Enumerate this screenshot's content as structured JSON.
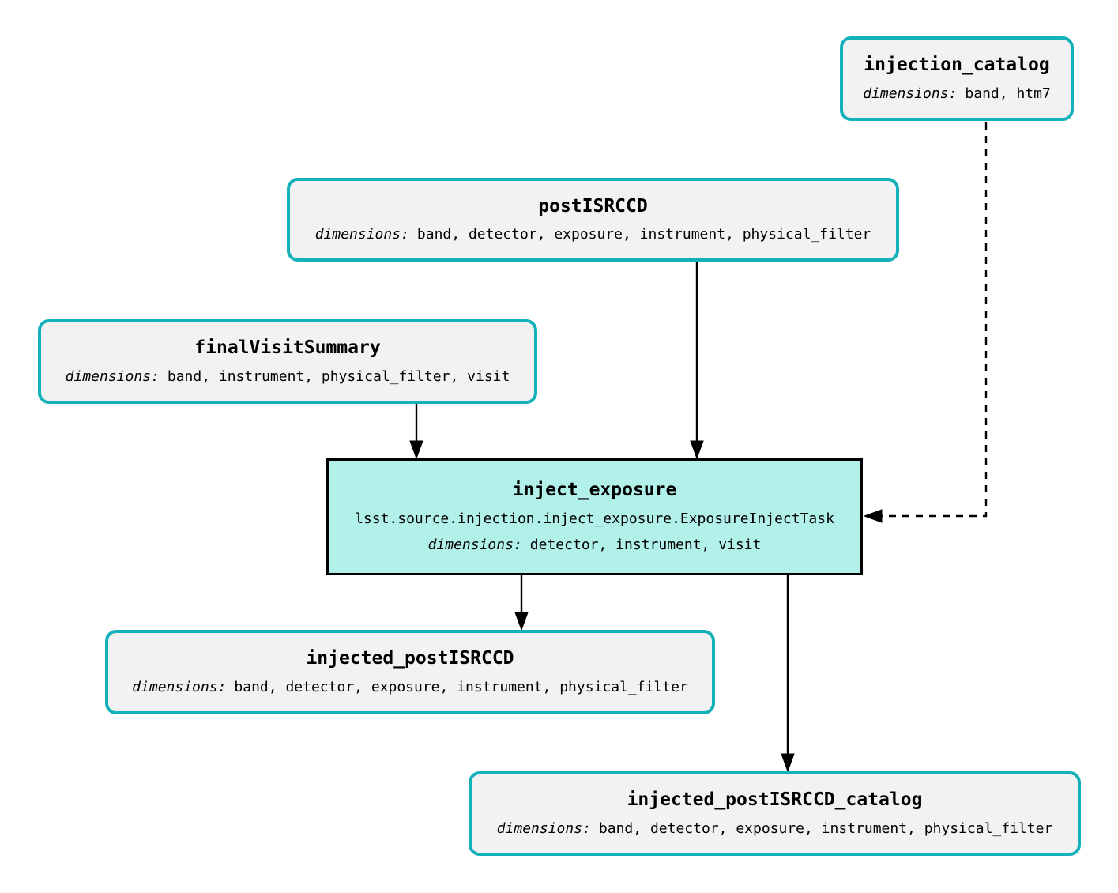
{
  "diagram": {
    "kind": "pipeline-task-graph",
    "colors": {
      "dataset_border": "#14b1ba",
      "dataset_fill": "#f2f2f2",
      "task_fill": "#b2f0ea",
      "task_border": "#000000",
      "edge": "#000000",
      "background": "#ffffff"
    },
    "labels": {
      "dimensions": "dimensions:"
    },
    "nodes": {
      "injection_catalog": {
        "title": "injection_catalog",
        "dimensions": "band, htm7"
      },
      "postISRCCD": {
        "title": "postISRCCD",
        "dimensions": "band, detector, exposure, instrument, physical_filter"
      },
      "finalVisitSummary": {
        "title": "finalVisitSummary",
        "dimensions": "band, instrument, physical_filter, visit"
      },
      "inject_exposure": {
        "title": "inject_exposure",
        "task_class": "lsst.source.injection.inject_exposure.ExposureInjectTask",
        "dimensions": "detector, instrument, visit"
      },
      "injected_postISRCCD": {
        "title": "injected_postISRCCD",
        "dimensions": "band, detector, exposure, instrument, physical_filter"
      },
      "injected_postISRCCD_catalog": {
        "title": "injected_postISRCCD_catalog",
        "dimensions": "band, detector, exposure, instrument, physical_filter"
      }
    },
    "edges": [
      {
        "from": "postISRCCD",
        "to": "inject_exposure",
        "style": "solid"
      },
      {
        "from": "finalVisitSummary",
        "to": "inject_exposure",
        "style": "solid"
      },
      {
        "from": "injection_catalog",
        "to": "inject_exposure",
        "style": "dashed"
      },
      {
        "from": "inject_exposure",
        "to": "injected_postISRCCD",
        "style": "solid"
      },
      {
        "from": "inject_exposure",
        "to": "injected_postISRCCD_catalog",
        "style": "solid"
      }
    ]
  }
}
